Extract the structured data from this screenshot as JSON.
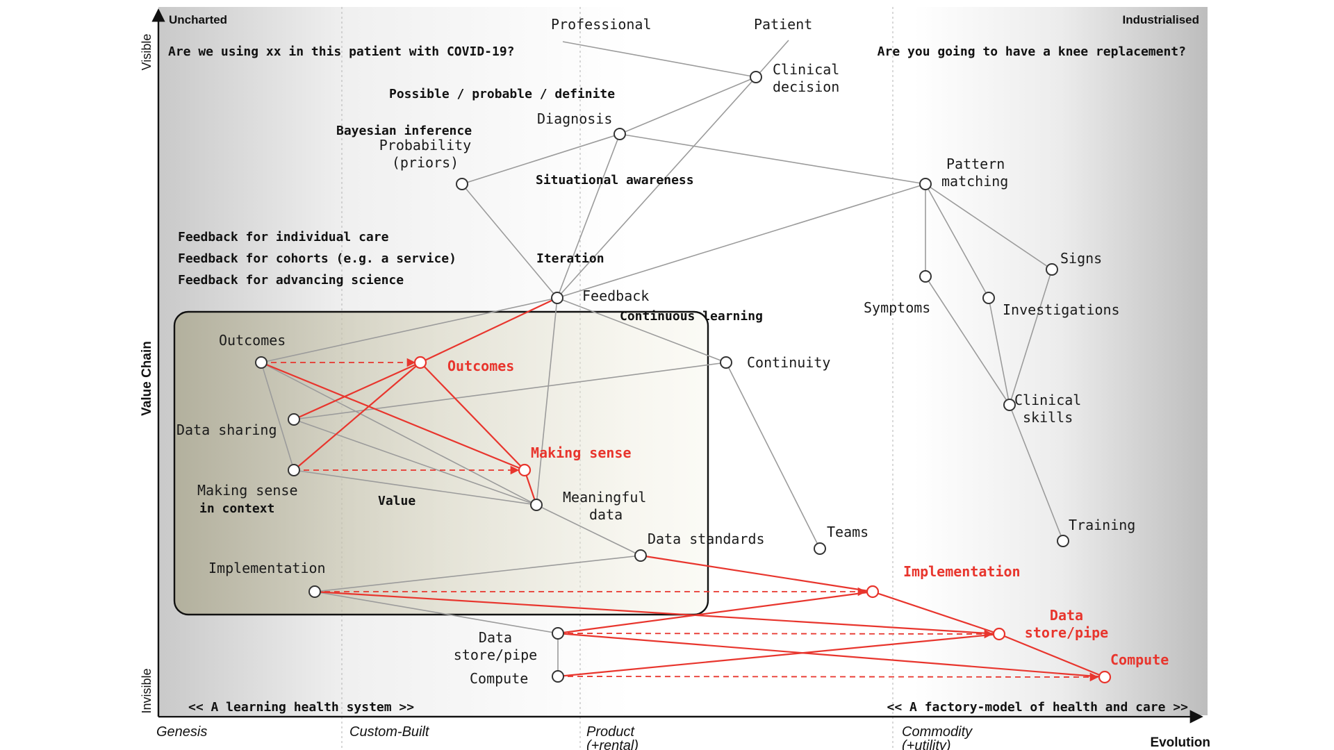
{
  "corners": {
    "uncharted": "Uncharted",
    "industrialised": "Industrialised"
  },
  "axes": {
    "y": "Value Chain",
    "y_top": "Visible",
    "y_bottom": "Invisible",
    "x": "Evolution"
  },
  "stages": [
    "Genesis",
    "Custom-Built",
    "Product",
    "(+rental)",
    "Commodity",
    "(+utility)"
  ],
  "users": {
    "professional": "Professional",
    "patient": "Patient"
  },
  "questions": {
    "left": "Are we using xx in this patient with COVID-19?",
    "right": "Are you going to have a knee replacement?"
  },
  "annotations": {
    "possible": "Possible / probable / definite",
    "bayesian": "Bayesian inference",
    "situational": "Situational awareness",
    "fb_individual": "Feedback for individual care",
    "fb_cohorts": "Feedback for cohorts (e.g. a service)",
    "fb_science": "Feedback for advancing science",
    "iteration": "Iteration",
    "continuous": "Continuous learning",
    "value": "Value",
    "learning_system": "<< A learning health system >>",
    "factory_model": "<< A factory-model of health and care >>"
  },
  "components": {
    "clinical_decision": [
      "Clinical",
      "decision"
    ],
    "diagnosis": "Diagnosis",
    "probability": [
      "Probability",
      "(priors)"
    ],
    "pattern_matching": [
      "Pattern",
      "matching"
    ],
    "feedback": "Feedback",
    "signs": "Signs",
    "symptoms": "Symptoms",
    "investigations": "Investigations",
    "continuity": "Continuity",
    "clinical_skills": [
      "Clinical",
      "skills"
    ],
    "outcomes": "Outcomes",
    "data_sharing": "Data sharing",
    "making_sense_context": [
      "Making sense",
      "in context"
    ],
    "meaningful_data": [
      "Meaningful",
      "data"
    ],
    "teams": "Teams",
    "training": "Training",
    "data_standards": "Data standards",
    "implementation": "Implementation",
    "data_store": [
      "Data",
      "store/pipe"
    ],
    "compute": "Compute"
  },
  "evolved_components": {
    "outcomes": "Outcomes",
    "making_sense": "Making sense",
    "implementation": "Implementation",
    "data_store": [
      "Data",
      "store/pipe"
    ],
    "compute": "Compute"
  },
  "colors": {
    "evolution_red": "#e8352d",
    "link_grey": "#9b9b9b",
    "highlight_box": "#b9b59a"
  }
}
